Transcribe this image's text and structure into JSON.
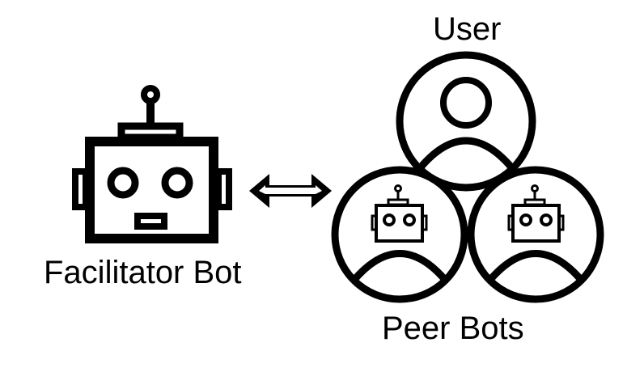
{
  "labels": {
    "user": "User",
    "facilitator": "Facilitator Bot",
    "peers": "Peer Bots"
  },
  "nodes": [
    {
      "id": "facilitator",
      "kind": "robot-icon",
      "label": "Facilitator Bot"
    },
    {
      "id": "user",
      "kind": "person-avatar-icon",
      "label": "User"
    },
    {
      "id": "peer-1",
      "kind": "robot-avatar-icon",
      "group": "Peer Bots"
    },
    {
      "id": "peer-2",
      "kind": "robot-avatar-icon",
      "group": "Peer Bots"
    }
  ],
  "edges": [
    {
      "from": "facilitator",
      "to": "group",
      "type": "bidirectional-arrow"
    }
  ],
  "colors": {
    "stroke": "#000000",
    "background": "#ffffff"
  }
}
